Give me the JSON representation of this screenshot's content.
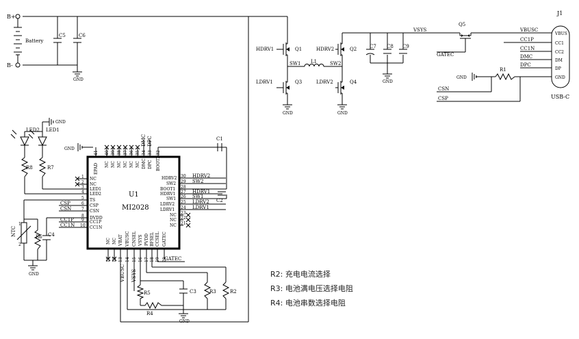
{
  "battery": {
    "b_plus": "B+",
    "b_minus": "B-",
    "label": "Battery",
    "c5": "C5",
    "c6": "C6",
    "gnd": "GND"
  },
  "power_stage": {
    "q1": "Q1",
    "q2": "Q2",
    "q3": "Q3",
    "q4": "Q4",
    "hdrv1": "HDRV1",
    "hdrv2": "HDRV2",
    "ldrv1": "LDRV1",
    "ldrv2": "LDRV2",
    "sw1": "SW1",
    "sw2": "SW2",
    "l1": "L1",
    "c7": "C7",
    "c8": "C8",
    "c9": "C9",
    "vsys": "VSYS",
    "gnd": "GND"
  },
  "usb": {
    "q5": "Q5",
    "gatec": "GATEC",
    "r1": "R1",
    "j1": "J1",
    "vbusc": "VBUSC",
    "cc1p": "CC1P",
    "cc1n": "CC1N",
    "dmc": "DMC",
    "dpc": "DPC",
    "csn": "CSN",
    "csp": "CSP",
    "pins": [
      "VBUS",
      "CC1",
      "CC2",
      "DM",
      "DP",
      "GND"
    ],
    "name": "USB-C",
    "gnd": "GND"
  },
  "ic": {
    "ref": "U1",
    "part": "MI2028",
    "left_pins": [
      {
        "num": "1",
        "name": "NC"
      },
      {
        "num": "2",
        "name": "NC"
      },
      {
        "num": "3",
        "name": "LED1"
      },
      {
        "num": "4",
        "name": "LED2"
      },
      {
        "num": "5",
        "name": "TS"
      },
      {
        "num": "6",
        "name": "CSP"
      },
      {
        "num": "7",
        "name": "CSN"
      },
      {
        "num": "8",
        "name": "DVDD"
      },
      {
        "num": "9",
        "name": "CC1P"
      },
      {
        "num": "10",
        "name": "CC1N"
      }
    ],
    "right_pins": [
      {
        "num": "30",
        "name": "HDRV2"
      },
      {
        "num": "29",
        "name": "SW2"
      },
      {
        "num": "28",
        "name": "BOOT1"
      },
      {
        "num": "27",
        "name": "HDRV1"
      },
      {
        "num": "26",
        "name": "SW1"
      },
      {
        "num": "25",
        "name": "LDRV2"
      },
      {
        "num": "24",
        "name": "LDRV1"
      },
      {
        "num": "23",
        "name": "NC"
      },
      {
        "num": "22",
        "name": "NC"
      },
      {
        "num": "21",
        "name": "NC"
      }
    ],
    "top_pins": [
      {
        "num": "41",
        "name": "EPAD"
      },
      {
        "num": "40",
        "name": "NC"
      },
      {
        "num": "39",
        "name": "NC"
      },
      {
        "num": "38",
        "name": "NC"
      },
      {
        "num": "37",
        "name": "NC"
      },
      {
        "num": "36",
        "name": "NC"
      },
      {
        "num": "35",
        "name": "NC"
      },
      {
        "num": "34",
        "name": "DMC"
      },
      {
        "num": "33",
        "name": "DPC"
      },
      {
        "num": "32",
        "name": "BOOT2"
      }
    ],
    "bottom_pins": [
      {
        "num": "11",
        "name": "NC"
      },
      {
        "num": "12",
        "name": "NC"
      },
      {
        "num": "13",
        "name": "VBAT"
      },
      {
        "num": "14",
        "name": "VBUSC"
      },
      {
        "num": "15",
        "name": "CNSEL"
      },
      {
        "num": "16",
        "name": "VSYS"
      },
      {
        "num": "17",
        "name": "PVDD"
      },
      {
        "num": "18",
        "name": "BFSEL"
      },
      {
        "num": "19",
        "name": "CCSEL"
      },
      {
        "num": "20",
        "name": "GATEC"
      }
    ]
  },
  "nets": {
    "hdrv2": "HDRV2",
    "sw2": "SW2",
    "hdrv1": "HDRV1",
    "sw1": "SW1",
    "ldrv2": "LDRV2",
    "ldrv1": "LDRV1",
    "csp": "CSP",
    "csn": "CSN",
    "cc1p": "CC1P",
    "cc1n": "CC1N",
    "dmc": "DMC",
    "dpc": "DPC",
    "vbusc": "VBUSC",
    "vsys": "VSYS",
    "gatec": "GATEC"
  },
  "parts": {
    "c1": "C1",
    "c2": "C2",
    "c3": "C3",
    "c4": "C4",
    "r2": "R2",
    "r3": "R3",
    "r4": "R4",
    "r5": "R5",
    "r6": "R6",
    "r7": "R7",
    "r8": "R8",
    "led1": "LED1",
    "led2": "LED2",
    "ntc": "NTC",
    "gnd": "GND",
    "ntc_pin1": "1",
    "ntc_pin2": "2"
  },
  "notes": [
    "R2:  充电电流选择",
    "R3:  电池满电压选择电阻",
    "R4:  电池串数选择电阻"
  ]
}
